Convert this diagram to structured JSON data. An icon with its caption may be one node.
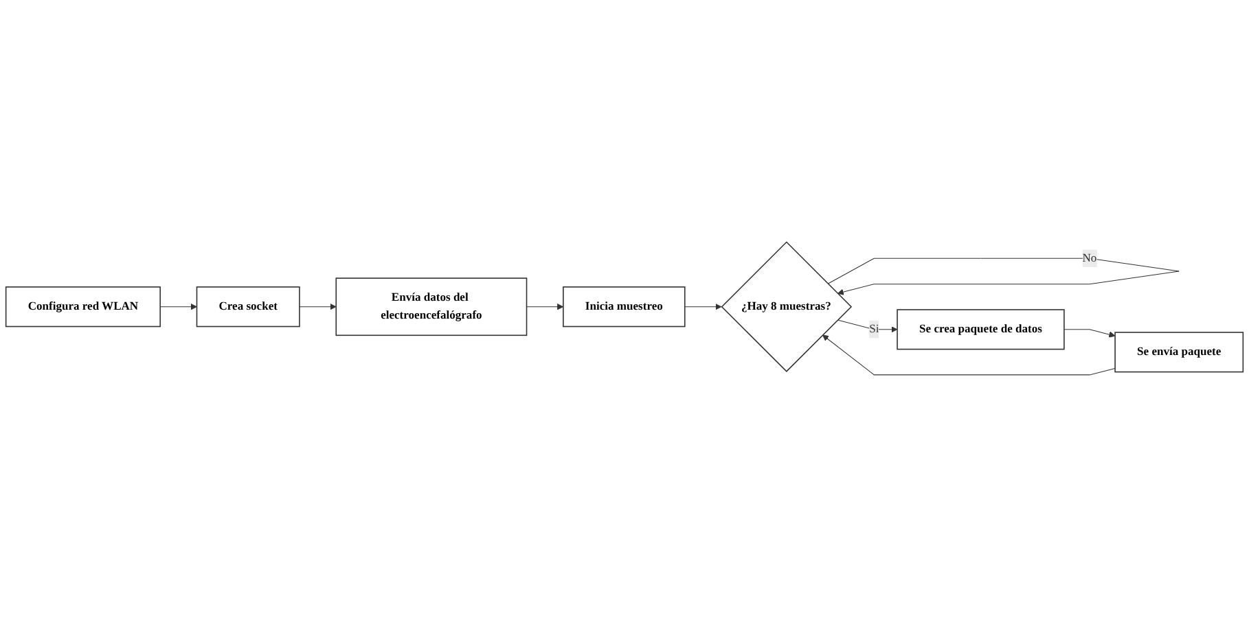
{
  "diagram": {
    "nodes": [
      {
        "text": [
          "Configura red WLAN"
        ]
      },
      {
        "text": [
          "Crea socket"
        ]
      },
      {
        "text": [
          "Envía datos del electroencefalógrafo"
        ]
      },
      {
        "text": [
          "Inicia muestreo"
        ]
      },
      {
        "text": [
          "¿Hay 8 muestras?"
        ]
      },
      {
        "text": [
          "Se crea paquete de datos"
        ]
      },
      {
        "text": [
          "Se envía paquete"
        ]
      }
    ],
    "edges": [
      {
        "from": 0,
        "to": 1,
        "arrow": "to"
      },
      {
        "from": 1,
        "to": 2,
        "arrow": "to"
      },
      {
        "from": 2,
        "to": 3,
        "arrow": "to"
      },
      {
        "from": 3,
        "to": 4,
        "arrow": "to"
      },
      {
        "from": 4,
        "to": 4,
        "arrow": "to",
        "label": "No"
      },
      {
        "from": 4,
        "to": 5,
        "arrow": "to",
        "label": "Si"
      },
      {
        "from": 5,
        "to": 6,
        "arrow": "to"
      },
      {
        "from": 6,
        "to": 4,
        "arrow": "to"
      }
    ]
  }
}
